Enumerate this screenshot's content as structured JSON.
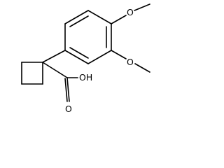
{
  "molecule": {
    "labels": {
      "methoxy_top": "O",
      "methoxy_mid": "O",
      "carbonyl_oxygen": "O",
      "hydroxyl": "OH"
    }
  }
}
